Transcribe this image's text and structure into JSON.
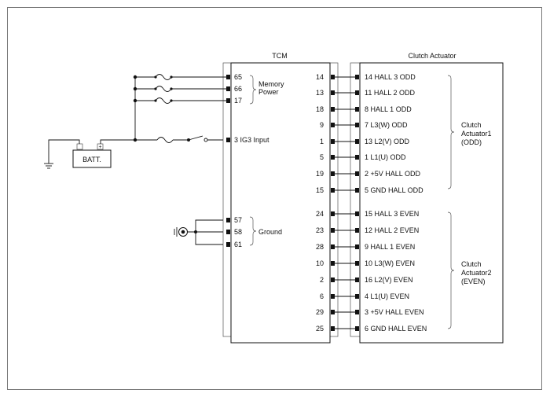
{
  "tcm": {
    "title": "TCM",
    "left_pins": [
      {
        "pin": "65"
      },
      {
        "pin": "66"
      },
      {
        "pin": "17"
      },
      {
        "pin": "3",
        "label": "IG3 Input"
      },
      {
        "pin": "57"
      },
      {
        "pin": "58"
      },
      {
        "pin": "61"
      }
    ],
    "memory_power_label": [
      "Memory",
      "Power"
    ],
    "ground_label": "Ground",
    "right_pins": [
      "14",
      "13",
      "18",
      "9",
      "1",
      "5",
      "19",
      "15",
      "24",
      "23",
      "28",
      "10",
      "2",
      "6",
      "29",
      "25"
    ]
  },
  "actuator": {
    "title": "Clutch Actuator",
    "pins": [
      "14 HALL 3 ODD",
      "11 HALL 2 ODD",
      "8 HALL 1 ODD",
      "7 L3(W) ODD",
      "13 L2(V) ODD",
      "1 L1(U) ODD",
      "2 +5V HALL ODD",
      "5 GND HALL ODD",
      "15 HALL 3 EVEN",
      "12 HALL 2 EVEN",
      "9 HALL 1 EVEN",
      "10 L3(W) EVEN",
      "16 L2(V) EVEN",
      "4 L1(U) EVEN",
      "3 +5V HALL EVEN",
      "6 GND HALL EVEN"
    ],
    "group_odd": [
      "Clutch",
      "Actuator1",
      "(ODD)"
    ],
    "group_even": [
      "Clutch",
      "Actuator2",
      "(EVEN)"
    ]
  },
  "battery": {
    "label": "BATT.",
    "plus": "+"
  }
}
